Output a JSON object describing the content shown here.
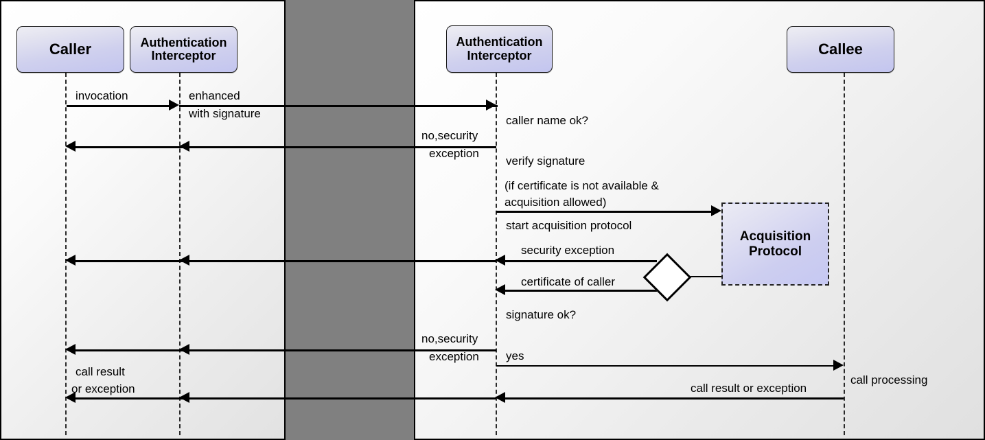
{
  "diagram": {
    "title": "Authentication Interceptor sequence diagram",
    "type": "uml-sequence",
    "panels": [
      {
        "id": "left",
        "name": "caller-side"
      },
      {
        "id": "right",
        "name": "callee-side"
      }
    ],
    "colors": {
      "background": "#808080",
      "panel": "#f2f2f2",
      "lifeline_box": "#c6c8ef",
      "acquisition_box": "#ccceef",
      "stroke": "#000000"
    }
  },
  "lifelines": {
    "left": [
      {
        "name": "caller",
        "label": "Caller"
      },
      {
        "name": "authentication-interceptor",
        "label": "Authentication\nInterceptor"
      }
    ],
    "right": [
      {
        "name": "authentication-interceptor",
        "label": "Authentication\nInterceptor"
      },
      {
        "name": "callee",
        "label": "Callee"
      }
    ]
  },
  "fragments": {
    "acquisition_protocol": "Acquisition\nProtocol"
  },
  "messages": {
    "invocation": "invocation",
    "enhanced_line1": "enhanced",
    "enhanced_line2": "with signature",
    "caller_name_ok": "caller name ok?",
    "no_security_1_line1": "no,security",
    "no_security_1_line2": "exception",
    "verify_signature": "verify signature",
    "if_certificate_line1": "(if certificate is not available &",
    "if_certificate_line2": "acquisition allowed)",
    "start_acquisition": "start acquisition protocol",
    "security_exception": "security exception",
    "certificate_of_caller": "certificate of caller",
    "signature_ok": "signature ok?",
    "no_security_2_line1": "no,security",
    "no_security_2_line2": "exception",
    "yes": "yes",
    "call_result_line1": "call result",
    "call_result_line2": "or exception",
    "call_result_or_exception": "call result or exception",
    "call_processing": "call processing"
  }
}
